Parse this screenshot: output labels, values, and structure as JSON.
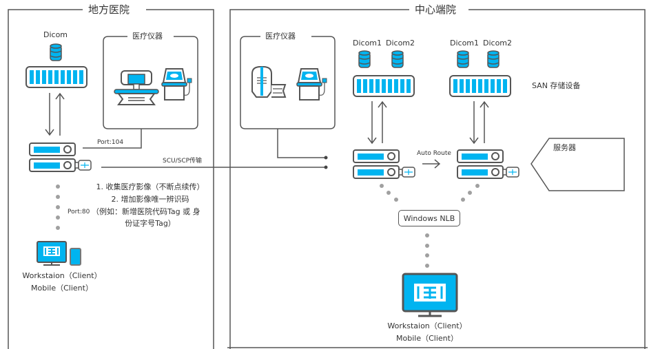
{
  "local_hospital": {
    "title": "地方医院",
    "dicom_label": "Dicom",
    "equipment_title": "医疗仪器",
    "port_104": "Port:104",
    "port_80": "Port:80",
    "notes": [
      "1. 收集医疗影像（不断点续传）",
      "2. 增加影像唯一辨识码",
      "（例如：新增医院代码Tag 或 身",
      "份证字号Tag）"
    ],
    "client_lines": [
      "Workstaion（Client）",
      "Mobile（Client）"
    ]
  },
  "transfer": {
    "label": "SCU/SCP传输"
  },
  "center_hospital": {
    "title": "中心端院",
    "equipment_title": "医疗仪器",
    "dicom_labels_a": [
      "Dicom1",
      "Dicom2"
    ],
    "dicom_labels_b": [
      "Dicom1",
      "Dicom2"
    ],
    "san_label": "SAN 存储设备",
    "auto_route": "Auto Route",
    "server_label": "服务器",
    "nlb_label": "Windows NLB",
    "client_lines": [
      "Workstaion（Client）",
      "Mobile（Client）"
    ]
  },
  "colors": {
    "accent": "#00b4f0",
    "stroke": "#555555",
    "dots": "#a0a0a0"
  }
}
